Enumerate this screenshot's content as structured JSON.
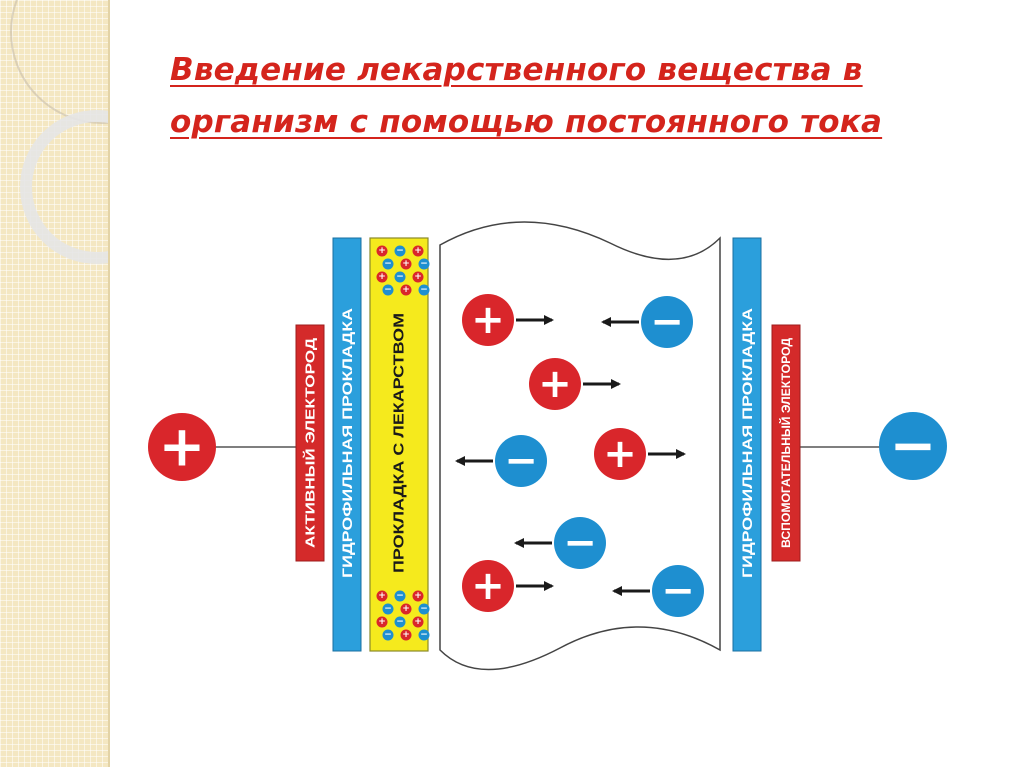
{
  "slide": {
    "title_line1": "Введение лекарственного вещества в",
    "title_line2": "организм с помощью постоянного тока"
  },
  "labels": {
    "active_electrode": "АКТИВНЫЙ ЭЛЕКТОРОД",
    "hydrophilic_pad_left": "ГИДРОФИЛЬНАЯ ПРОКЛАДКА",
    "drug_pad": "ПРОКЛАДКА С ЛЕКАРСТВОМ",
    "hydrophilic_pad_right": "ГИДРОФИЛЬНАЯ ПРОКЛАДКА",
    "auxiliary_electrode": "ВСПОМОГАТЕЛЬНЫЙ ЭЛЕКТОРОД"
  },
  "symbols": {
    "plus": "+",
    "minus": "−"
  },
  "colors": {
    "title": "#d4241c",
    "positive": "#d9262b",
    "negative": "#1e8fd0",
    "pad_blue": "#2b9fdc",
    "drug_pad_yellow": "#f5ea1d",
    "electrode_red": "#d42a2a",
    "arrow": "#1a1a1a"
  }
}
